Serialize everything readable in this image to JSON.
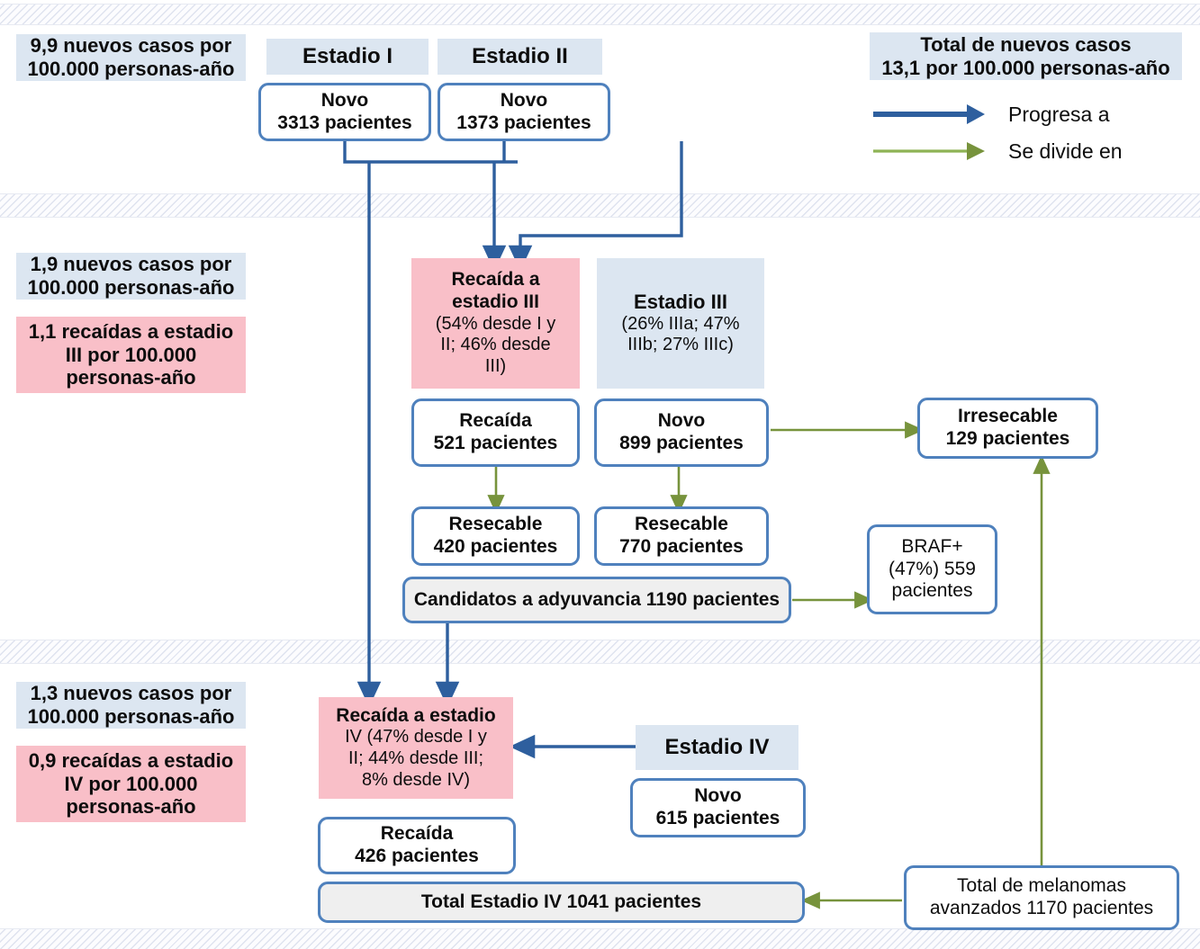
{
  "diagram": {
    "title": "Flujo de pacientes con melanoma por estadio",
    "colors": {
      "accent_blue": "#4f81bd",
      "arrow_blue": "#2e5f9e",
      "arrow_green": "#77933c",
      "tag_blue": "#dce6f1",
      "tag_pink": "#f9bfc8",
      "box_grey": "#efefef"
    }
  },
  "legend": {
    "total_title": "Total de nuevos casos",
    "total_value": "13,1 por 100.000 personas-año",
    "items": [
      {
        "label": "Progresa a",
        "color": "#2e5f9e",
        "icon": "blue-arrow-icon"
      },
      {
        "label": "Se divide en",
        "color": "#77933c",
        "icon": "green-arrow-icon"
      }
    ]
  },
  "rates": {
    "band1_incidence_line1": "9,9 nuevos casos por",
    "band1_incidence_line2": "100.000 personas-año",
    "band2_incidence_line1": "1,9 nuevos casos por",
    "band2_incidence_line2": "100.000 personas-año",
    "band2_relapse_line1": "1,1 recaídas a estadio",
    "band2_relapse_line2": "III por 100.000",
    "band2_relapse_line3": "personas-año",
    "band3_incidence_line1": "1,3 nuevos casos por",
    "band3_incidence_line2": "100.000 personas-año",
    "band3_relapse_line1": "0,9 recaídas a estadio",
    "band3_relapse_line2": "IV por 100.000",
    "band3_relapse_line3": "personas-año"
  },
  "stage1": {
    "header": "Estadio I",
    "novo_label": "Novo",
    "novo_value": "3313 pacientes"
  },
  "stage2": {
    "header": "Estadio II",
    "novo_label": "Novo",
    "novo_value": "1373 pacientes"
  },
  "stage3": {
    "relapse_title_line1": "Recaída a",
    "relapse_title_line2": "estadio III",
    "relapse_detail_line1": "(54% desde I y",
    "relapse_detail_line2": "II; 46% desde",
    "relapse_detail_line3": "III)",
    "header_title": "Estadio III",
    "header_detail_line1": "(26% IIIa;  47%",
    "header_detail_line2": "IIIb;  27% IIIc)",
    "relapse_box_label": "Recaída",
    "relapse_box_value": "521 pacientes",
    "novo_box_label": "Novo",
    "novo_box_value": "899 pacientes",
    "resectable_left_label": "Resecable",
    "resectable_left_value": "420 pacientes",
    "resectable_right_label": "Resecable",
    "resectable_right_value": "770 pacientes",
    "adjuvant_label": "Candidatos a adyuvancia 1190  pacientes",
    "irresectable_label": "Irresecable",
    "irresectable_value": "129 pacientes",
    "braf_line1": "BRAF+",
    "braf_line2": "(47%) 559",
    "braf_line3": "pacientes"
  },
  "stage4": {
    "relapse_title": "Recaída a estadio",
    "relapse_detail_line1": "IV (47% desde I y",
    "relapse_detail_line2": "II;  44% desde III;",
    "relapse_detail_line3": "8% desde IV)",
    "header": "Estadio IV",
    "novo_label": "Novo",
    "novo_value": "615 pacientes",
    "relapse_box_label": "Recaída",
    "relapse_box_value": "426 pacientes",
    "total_label": "Total Estadio  IV 1041  pacientes",
    "advanced_line1": "Total de melanomas",
    "advanced_line2": "avanzados 1170 pacientes"
  }
}
